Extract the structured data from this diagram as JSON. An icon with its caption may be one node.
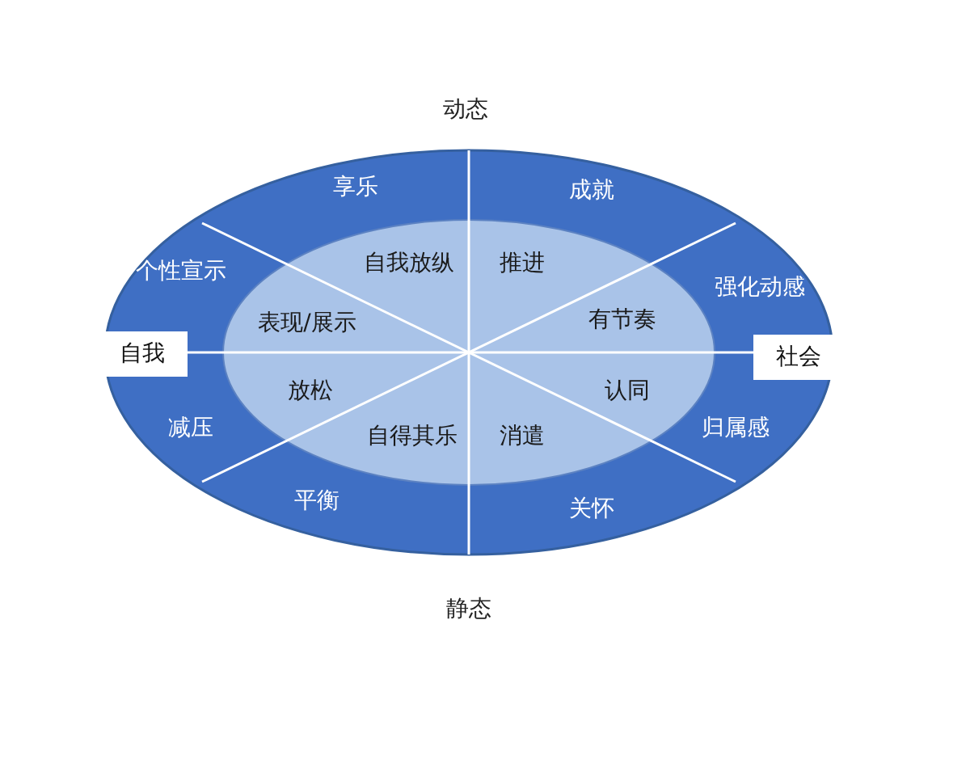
{
  "diagram": {
    "nodes": [
      {
        "text": [
          "自我"
        ]
      },
      {
        "text": [
          "社会"
        ]
      }
    ],
    "labels": [
      "动态",
      "享乐",
      "成就",
      "个性宣示",
      "自我放纵",
      "推进",
      "强化动感",
      "表现/展示",
      "有节奏",
      "放松",
      "认同",
      "减压",
      "自得其乐",
      "消遣",
      "归属感",
      "平衡",
      "关怀",
      "静态"
    ]
  }
}
